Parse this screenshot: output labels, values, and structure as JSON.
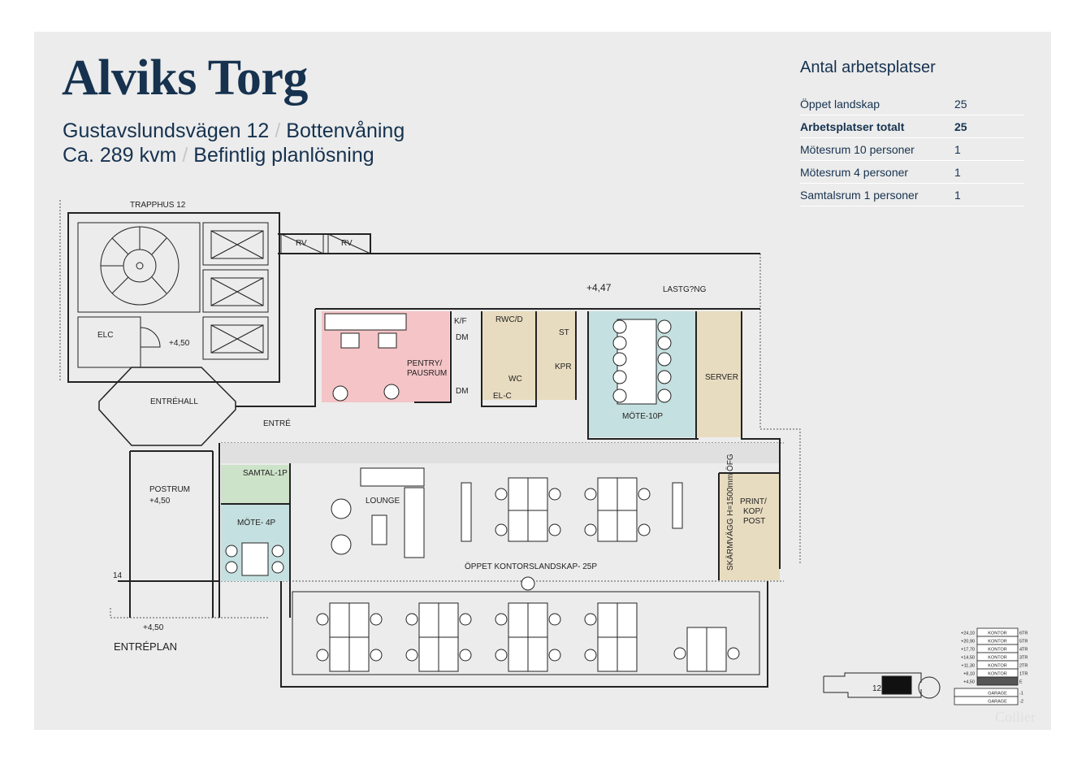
{
  "header": {
    "title": "Alviks Torg",
    "address": "Gustavslundsvägen 12",
    "floor": "Bottenvåning",
    "area": "Ca. 289 kvm",
    "layout_note": "Befintlig planlösning",
    "separator": "/"
  },
  "workplaces": {
    "title": "Antal arbetsplatser",
    "rows": [
      {
        "label": "Öppet landskap",
        "value": "25",
        "bold": false
      },
      {
        "label": "Arbetsplatser totalt",
        "value": "25",
        "bold": true
      },
      {
        "label": "Mötesrum 10 personer",
        "value": "1",
        "bold": false
      },
      {
        "label": "Mötesrum 4 personer",
        "value": "1",
        "bold": false
      },
      {
        "label": "Samtalsrum 1 personer",
        "value": "1",
        "bold": false
      }
    ]
  },
  "plan": {
    "stairwell": "TRAPPHUS 12",
    "elc": "ELC",
    "level_stair": "+4,50",
    "entrance_hall": "ENTRÉHALL",
    "rv1": "RV",
    "rv2": "RV",
    "level_top": "+4,47",
    "loading": "LASTG?NG",
    "pantry": "PENTRY/",
    "pantry2": "PAUSRUM",
    "kf": "K/F",
    "dm1": "DM",
    "dm2": "DM",
    "rwc": "RWC/D",
    "wc": "WC",
    "elc2": "EL-C",
    "st": "ST",
    "kpr": "KPR",
    "meeting10": "MÖTE-10P",
    "server": "SERVER",
    "entre": "ENTRÉ",
    "postrum": "POSTRUM",
    "postrum_level": "+4,50",
    "samtal": "SAMTAL-1P",
    "mote4": "MÖTE- 4P",
    "lounge": "LOUNGE",
    "print1": "PRINT/",
    "print2": "KOP/",
    "print3": "POST",
    "screen_wall": "SKÄRMVÄGG H=1500mm ÖFG",
    "open_office": "ÖPPET KONTORSLANDSKAP- 25P",
    "dim14": "14",
    "entry_level": "+4,50",
    "entry_floor": "ENTRÉPLAN"
  },
  "section": {
    "levels": [
      {
        "height": "+24,10",
        "label": "KONTOR",
        "floor": "6TR"
      },
      {
        "height": "+20,90",
        "label": "KONTOR",
        "floor": "5TR"
      },
      {
        "height": "+17,70",
        "label": "KONTOR",
        "floor": "4TR"
      },
      {
        "height": "+14,50",
        "label": "KONTOR",
        "floor": "3TR"
      },
      {
        "height": "+11,30",
        "label": "KONTOR",
        "floor": "2TR"
      },
      {
        "height": "+8,10",
        "label": "KONTOR",
        "floor": "1TR"
      },
      {
        "height": "+4,50",
        "label": "",
        "floor": "E"
      },
      {
        "height": "",
        "label": "GARAGE",
        "floor": "-1"
      },
      {
        "height": "",
        "label": "GARAGE",
        "floor": "-2"
      }
    ],
    "keyplan_number": "12"
  },
  "footer": {
    "brand": "Collier"
  },
  "colors": {
    "navy": "#16324f",
    "pantry": "#f4c4c6",
    "sand": "#e8dcc0",
    "teal": "#c5e0e0",
    "green": "#cde3c9",
    "background": "#ececec"
  }
}
